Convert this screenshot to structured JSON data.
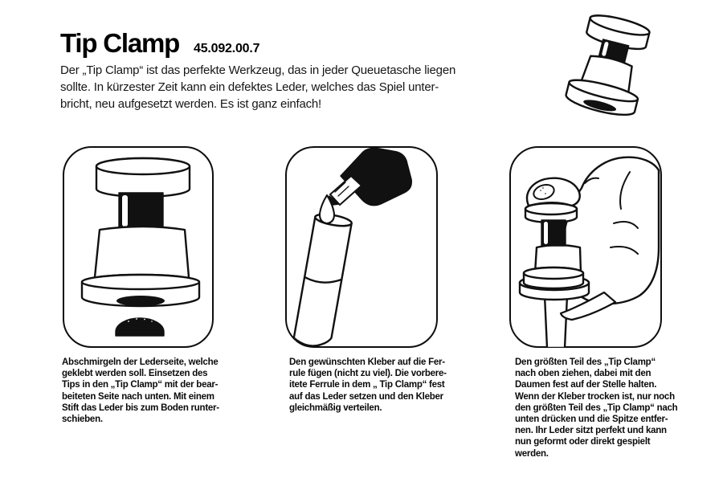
{
  "colors": {
    "ink": "#111111",
    "paper": "#ffffff"
  },
  "header": {
    "title": "Tip Clamp",
    "product_number": "45.092.00.7",
    "intro": "Der „Tip Clamp“ ist das perfekte Werkzeug, das in jeder Queuetasche liegen\nsollte. In kürzester Zeit kann ein defektes Leder, welches das Spiel unter-\nbricht, neu aufgesetzt werden. Es ist ganz einfach!"
  },
  "hero_illustration": {
    "name": "tip-clamp-product-tilted"
  },
  "steps": [
    {
      "illustration": "tip-clamp-exploded-with-leather-tip",
      "caption": "Abschmirgeln der Lederseite, welche\ngeklebt werden soll. Einsetzen des\nTips in den „Tip Clamp“ mit der bear-\nbeiteten Seite nach unten. Mit einem\nStift das Leder bis zum Boden runter-\nschieben."
    },
    {
      "illustration": "glue-bottle-dripping-on-ferrule",
      "caption": "Den gewünschten Kleber auf die Fer-\nrule fügen (nicht zu viel). Die vorbere-\nitete Ferrule in dem „ Tip Clamp“ fest\nauf das Leder setzen und den Kleber\ngleichmäßig verteilen."
    },
    {
      "illustration": "hand-pressing-tip-clamp-on-cue",
      "caption": "Den größten Teil des „Tip Clamp“\nnach oben ziehen, dabei mit den\nDaumen fest auf der Stelle halten.\nWenn der Kleber trocken ist, nur noch\nden größten Teil des „Tip Clamp“ nach\nunten drücken und die Spitze entfer-\nnen. Ihr Leder sitzt perfekt und kann\nnun geformt oder direkt gespielt\nwerden."
    }
  ]
}
